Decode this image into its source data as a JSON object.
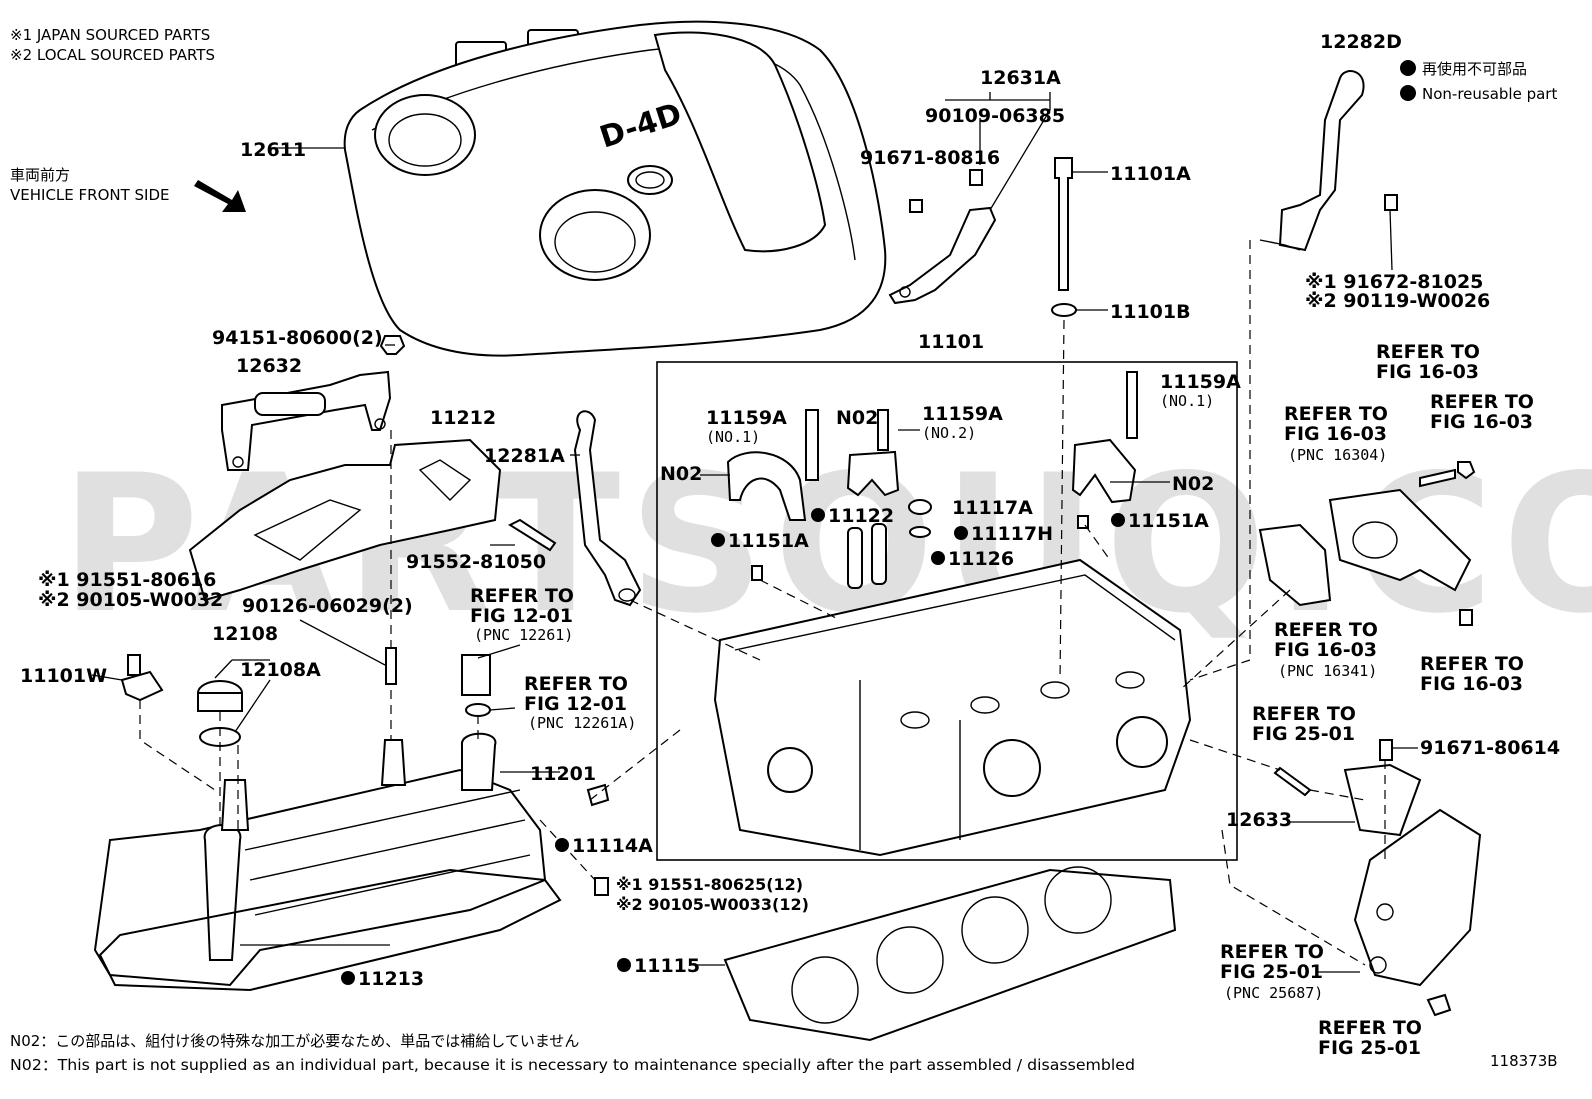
{
  "notes": {
    "sourced_1": "※1 JAPAN SOURCED PARTS",
    "sourced_2": "※2 LOCAL SOURCED PARTS",
    "legend_jp": "再使用不可部品",
    "legend_en": "Non-reusable part",
    "front_jp": "車両前方",
    "front_en": "VEHICLE FRONT SIDE",
    "footnote_jp": "N02：この部品は、組付け後の特殊な加工が必要なため、単品では補給していません",
    "footnote_en": "N02：This part is not supplied as an individual part, because it is necessary to maintenance specially after the part assembled / disassembled",
    "figure_id": "118373B"
  },
  "cover_badge": "D-4D",
  "watermark": "PARTSOUQ.COM",
  "parts": {
    "p12611": "12611",
    "p12631A": "12631A",
    "p90109_06385": "90109-06385",
    "p91671_80816": "91671-80816",
    "p11101A": "11101A",
    "p11101B": "11101B",
    "p12282D": "12282D",
    "p91672_81025": "※1 91672-81025",
    "p90119_W0026": "※2 90119-W0026",
    "p94151_80600": "94151-80600(2)",
    "p12632": "12632",
    "p11212": "11212",
    "p12281A": "12281A",
    "p91552_81050": "91552-81050",
    "p91551_80616": "※1 91551-80616",
    "p90105_W0032": "※2 90105-W0032",
    "p90126_06029": "90126-06029(2)",
    "p12108": "12108",
    "p12108A": "12108A",
    "p11101W": "11101W",
    "p11101": "11101",
    "p11159A_a": "11159A",
    "p11159A_a_sub": "(NO.1)",
    "p11159A_b": "11159A",
    "p11159A_b_sub": "(NO.2)",
    "p11159A_c": "11159A",
    "p11159A_c_sub": "(NO.1)",
    "pN02_a": "N02",
    "pN02_b": "N02",
    "pN02_c": "N02",
    "p11122": "11122",
    "p11117A": "11117A",
    "p11117H": "11117H",
    "p11126": "11126",
    "p11151A_a": "11151A",
    "p11151A_b": "11151A",
    "p11201": "11201",
    "p11114A": "11114A",
    "p91551_80625": "※1 91551-80625(12)",
    "p90105_W0033": "※2 90105-W0033(12)",
    "p11115": "11115",
    "p11213": "11213",
    "p12633": "12633",
    "p91671_80614": "91671-80614"
  },
  "refers": {
    "r1": [
      "REFER TO",
      "FIG 12-01",
      "(PNC 12261)"
    ],
    "r2": [
      "REFER TO",
      "FIG 12-01",
      "(PNC 12261A)"
    ],
    "r3": [
      "REFER TO",
      "FIG 16-03"
    ],
    "r4": [
      "REFER TO",
      "FIG 16-03"
    ],
    "r5": [
      "REFER TO",
      "FIG 16-03",
      "(PNC 16304)"
    ],
    "r6": [
      "REFER TO",
      "FIG 16-03",
      "(PNC 16341)"
    ],
    "r7": [
      "REFER TO",
      "FIG 16-03"
    ],
    "r8": [
      "REFER TO",
      "FIG 25-01"
    ],
    "r9": [
      "REFER TO",
      "FIG 25-01",
      "(PNC 25687)"
    ],
    "r10": [
      "REFER TO",
      "FIG 25-01"
    ]
  }
}
